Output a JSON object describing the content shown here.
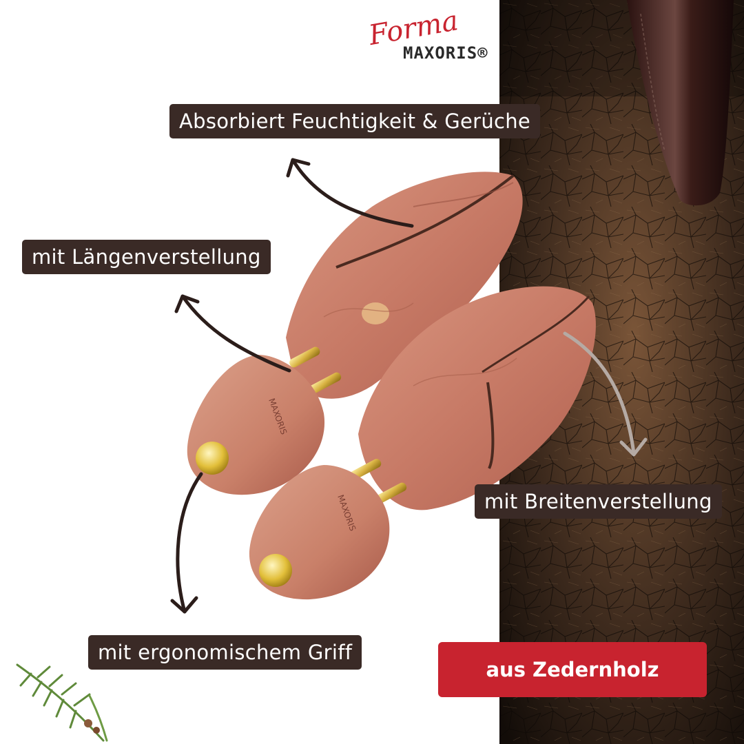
{
  "logo": {
    "script": "Forma",
    "word": "MAXORIS®"
  },
  "callouts": {
    "absorbs": "Absorbiert Feuchtigkeit & Gerüche",
    "length": "mit Längenverstellung",
    "width": "mit Breitenverstellung",
    "handle": "mit ergonomischem Griff"
  },
  "cta": {
    "label": "aus Zedernholz"
  },
  "engraving": "MAXORIS",
  "colors": {
    "label_bg": "#3a2a26",
    "cta_bg": "#c8232f",
    "wood": "#c97f6b",
    "brass": "#d9b343",
    "leather": "#3a2a20"
  },
  "icons": [
    "curved-arrow-icon",
    "cedar-sprig-icon",
    "shoe-tree-image",
    "leather-background-image"
  ]
}
